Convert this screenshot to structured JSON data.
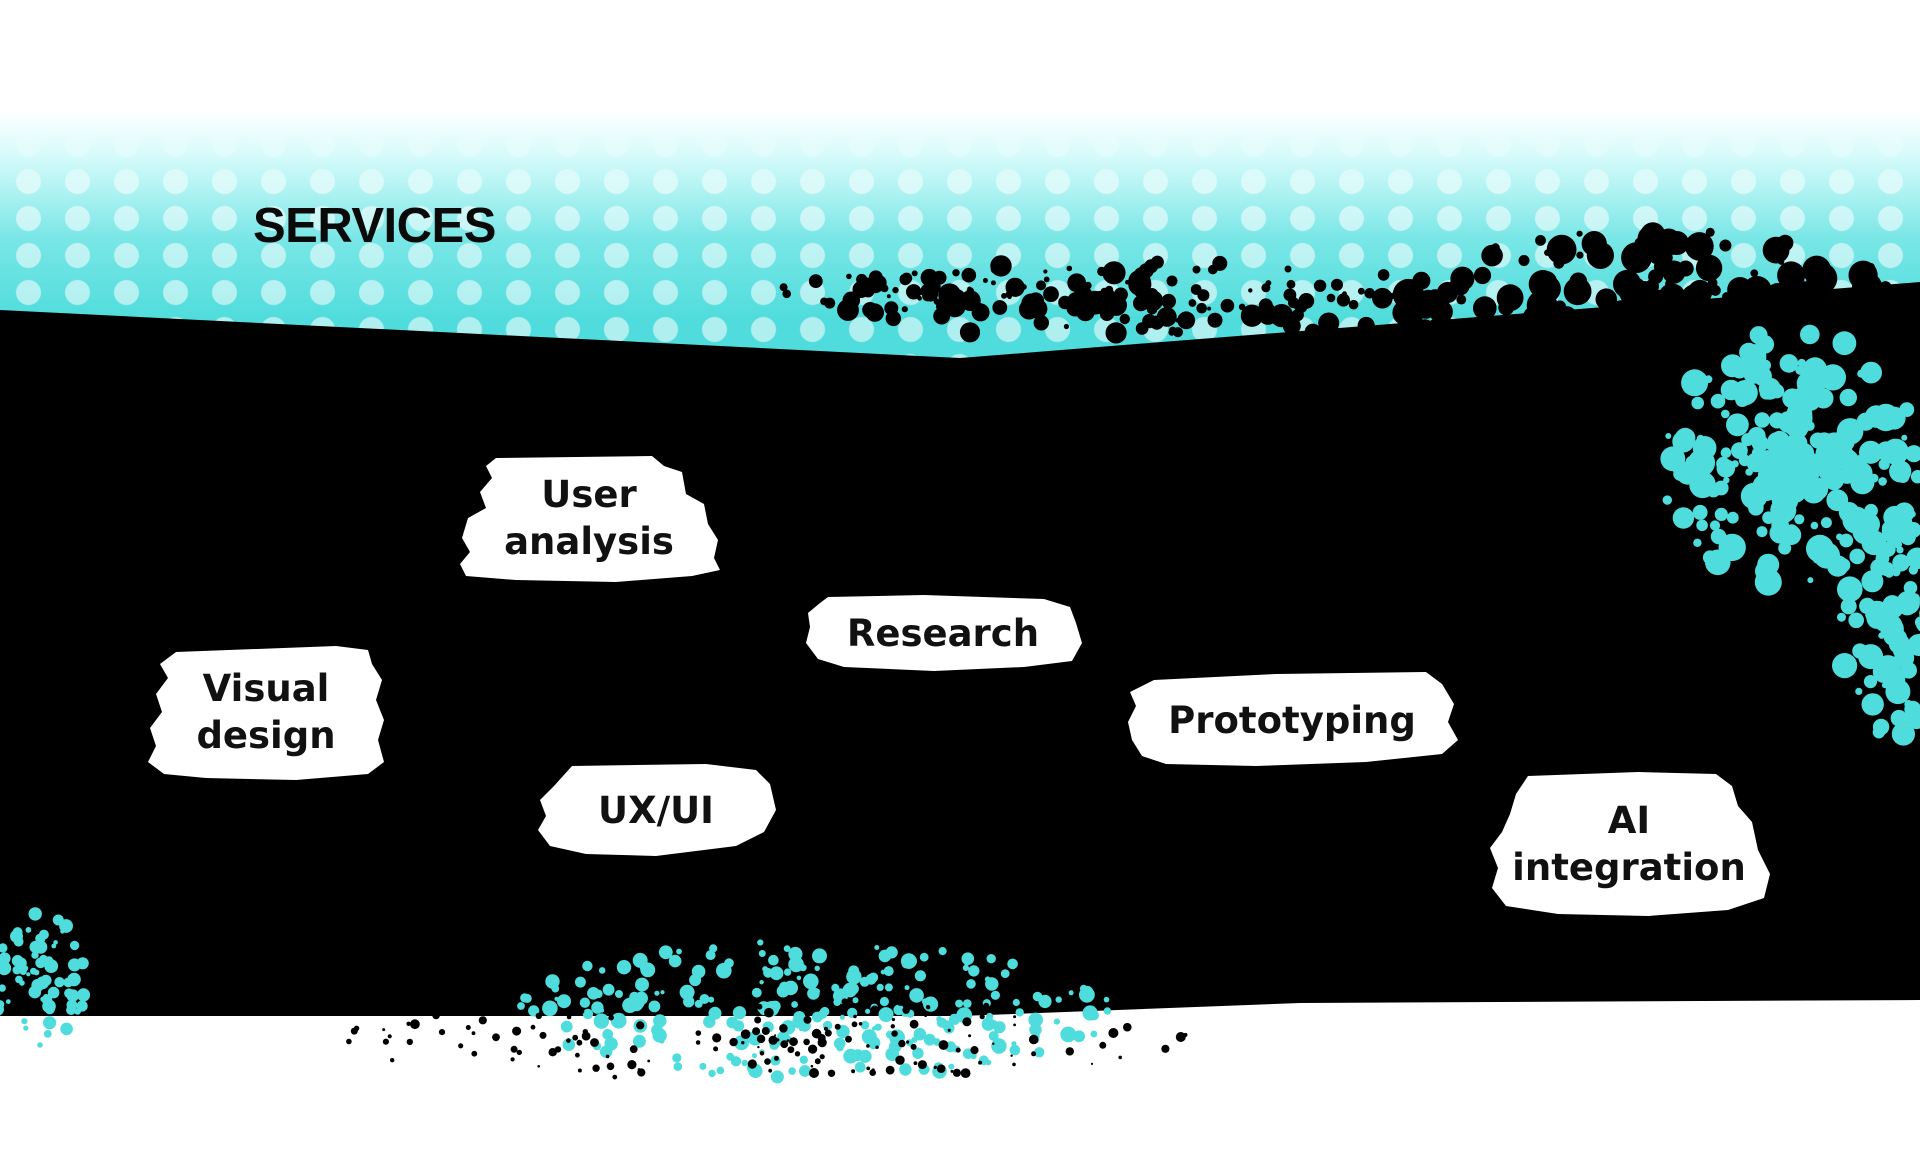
{
  "section": {
    "title": "SERVICES"
  },
  "services": [
    {
      "id": "user-analysis",
      "label": "User\nanalysis"
    },
    {
      "id": "research",
      "label": "Research"
    },
    {
      "id": "visual-design",
      "label": "Visual\ndesign"
    },
    {
      "id": "prototyping",
      "label": "Prototyping"
    },
    {
      "id": "ux-ui",
      "label": "UX/UI"
    },
    {
      "id": "ai-integration",
      "label": "AI\nintegration"
    }
  ],
  "colors": {
    "accent_teal": "#4FDCDC",
    "slab_black": "#000000",
    "chip_white": "#FFFFFF",
    "text_dark": "#111111"
  }
}
